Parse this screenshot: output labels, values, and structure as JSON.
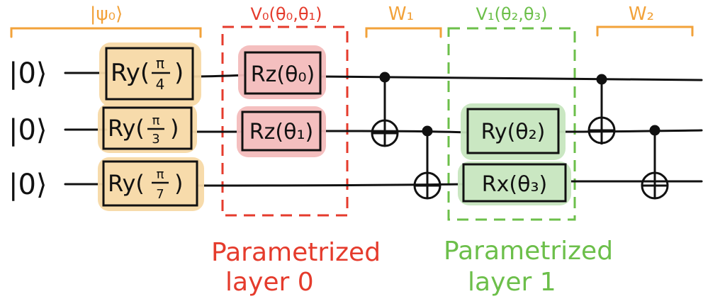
{
  "colors": {
    "wire": "#111111",
    "orange": "#f2a23a",
    "red": "#e53b2c",
    "green": "#6cbf4a",
    "orange_fill": "#f7d9a6",
    "red_fill": "#f3bcbc",
    "green_fill": "#c7e6bf"
  },
  "ket_labels": [
    "|0⟩",
    "|0⟩",
    "|0⟩"
  ],
  "brackets": {
    "psi0": "|ψ₀⟩",
    "v0": "V₀(θ₀,θ₁)",
    "w1": "W₁",
    "v1": "V₁(θ₂,θ₃)",
    "w2": "W₂"
  },
  "gates": {
    "ry_pi4": {
      "base": "Ry(",
      "num": "π",
      "den": "4",
      "close": ")"
    },
    "ry_pi3": {
      "base": "Ry(",
      "num": "π",
      "den": "3",
      "close": ")"
    },
    "ry_pi7": {
      "base": "Ry(",
      "num": "π",
      "den": "7",
      "close": ")"
    },
    "rz_t0": "Rz(θ₀)",
    "rz_t1": "Rz(θ₁)",
    "ry_t2": "Ry(θ₂)",
    "rx_t3": "Rx(θ₃)"
  },
  "layer_labels": {
    "layer0": {
      "line1": "Parametrized",
      "line2": "layer 0"
    },
    "layer1": {
      "line1": "Parametrized",
      "line2": "layer 1"
    }
  }
}
